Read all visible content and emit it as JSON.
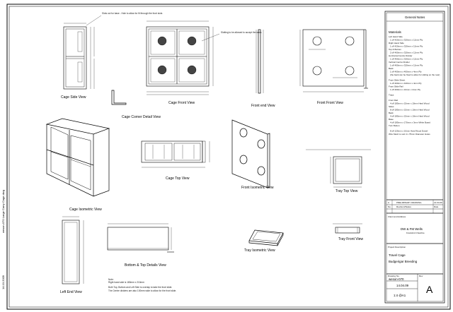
{
  "sheet": {
    "side_ref": "weson-070 Large Carry Cage.dwg",
    "side_date": "14.10.2009"
  },
  "views": {
    "cage_side": "Cage Side View",
    "cage_corner": "Cage Corner Detail View",
    "cage_front": "Cage Front View",
    "front_end": "Front end View",
    "front_front": "Front Front View",
    "cage_iso": "Cage Isometric View",
    "cage_top": "Cage Top View",
    "front_iso": "Front Isometric View",
    "tray_top": "Tray Top View",
    "left_end": "Left End View",
    "bottom_top": "Bottom & Top Details View",
    "tray_iso": "Tray Isometric View",
    "tray_front": "Tray Front View"
  },
  "annotations": {
    "side_note": "Slots cut for base - Hole to allow for fit through the front slots",
    "front_note": "Slotting to be allowed to accept the walls"
  },
  "bottom_notes": {
    "line1": "Note:",
    "line2": "Right hand side is 180mm x 210mm",
    "line3": "Both Top, Bottom and Left Side to overlap to take the front slide.",
    "line4": "The Centre dividers are also 100mm wide to allow for the front slide."
  },
  "general_notes": {
    "heading": "General Notes",
    "materials_label": "Materials",
    "items": [
      "Left Hand Side",
      "1 off 420mm x 320mm x 12mm Ply",
      "Right Hand Side",
      "1 off 420mm x 320mm x 12mm Ply",
      "Top & Bottom",
      "2 off 400mm x 320mm x 12mm Ply",
      "Horizontal Centre Divider",
      "1 off 400mm x 320mm x 12mm Ply",
      "Vertical Centre Divider",
      "1 off 400mm x 320mm x 12mm Ply",
      "Back",
      "1 off 400mm x 400mm x 4mm Ply",
      "(the back can be fixed to allow for sliding on the rear)",
      "Front Slide Sheet",
      "1 off 400mm x 420mm x 4mm Ply",
      "Front Slide Rail",
      "1 off 400mm x 10mm x 4mm Ply",
      "Trays",
      "Front Rail",
      "4 off 185mm x 15mm x 10mm Hard Wood",
      "Sides",
      "8 off 185mm x 15mm x 10mm Hard Wood",
      "Back",
      "4 off 185mm x 15mm x 10mm Hard Wood",
      "Base",
      "4 off 185mm x 170mm x 3mm White Board",
      "Turn Button",
      "8 off 125mm x 10mm Hard Wood Dowel",
      "Wire Mesh to suit 4 x 75mm Diameter Holes"
    ]
  },
  "revision_table": {
    "r1": [
      "A",
      "PRELIMINARY DRAWING",
      "14.04.09"
    ],
    "r2": [
      "No.",
      "Revision/Status",
      "Date"
    ]
  },
  "title_block": {
    "client_label": "Client and Address",
    "client_name": "DW & FM Wells",
    "client_sub": "Knutsford Cheshire",
    "project_label": "Project Description",
    "project_line1": "Travel Cage",
    "project_line2": "Budgerigar Breeding",
    "dwg_label": "Drawing No.",
    "dwg_no": "weson-070",
    "date": "14.04.09",
    "scale": "1:4 @A1",
    "rev_label": "Rev",
    "rev": "A"
  }
}
